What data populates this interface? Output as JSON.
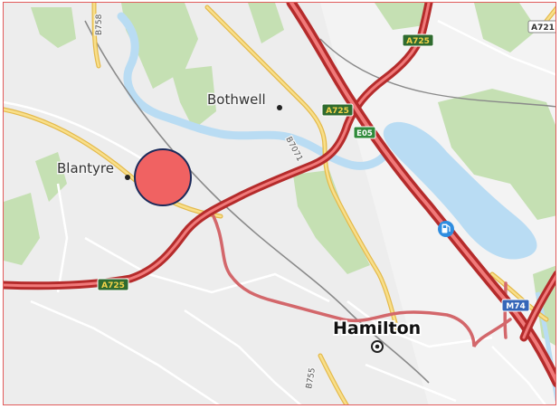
{
  "map": {
    "places": {
      "bothwell": "Bothwell",
      "blantyre": "Blantyre",
      "hamilton": "Hamilton"
    },
    "road_labels": {
      "b7071": "B7071",
      "b758": "B758",
      "b755": "B755"
    },
    "road_shields": {
      "a725_top": "A725",
      "a725_mid": "A725",
      "a725_left": "A725",
      "a721": "A721",
      "e05": "E05",
      "m74": "M74"
    },
    "icons": {
      "fuel": "fuel-station-icon",
      "town_marker": "town-center-icon",
      "location_marker": "selected-location-marker"
    },
    "colors": {
      "background": "#ededed",
      "water": "#b9dcf3",
      "woodland": "#c5e0b3",
      "motorway": "#c0302f",
      "a_road": "#d4404a",
      "b_road": "#f0cf6a",
      "rail": "#7d7d7d",
      "marker_fill": "#f06262",
      "marker_stroke": "#1b2a5a",
      "frame": "#e15a5a"
    }
  }
}
